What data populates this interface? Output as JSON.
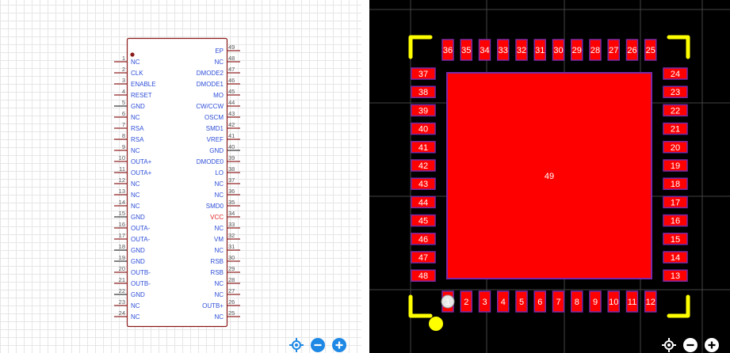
{
  "schematic": {
    "left_pins": [
      {
        "num": "1",
        "name": "NC"
      },
      {
        "num": "2",
        "name": "CLK"
      },
      {
        "num": "3",
        "name": "ENABLE"
      },
      {
        "num": "4",
        "name": "RESET"
      },
      {
        "num": "5",
        "name": "GND"
      },
      {
        "num": "6",
        "name": "NC"
      },
      {
        "num": "7",
        "name": "RSA"
      },
      {
        "num": "8",
        "name": "RSA"
      },
      {
        "num": "9",
        "name": "NC"
      },
      {
        "num": "10",
        "name": "OUTA+"
      },
      {
        "num": "11",
        "name": "OUTA+"
      },
      {
        "num": "12",
        "name": "NC"
      },
      {
        "num": "13",
        "name": "NC"
      },
      {
        "num": "14",
        "name": "NC"
      },
      {
        "num": "15",
        "name": "GND"
      },
      {
        "num": "16",
        "name": "OUTA-"
      },
      {
        "num": "17",
        "name": "OUTA-"
      },
      {
        "num": "18",
        "name": "GND"
      },
      {
        "num": "19",
        "name": "GND"
      },
      {
        "num": "20",
        "name": "OUTB-"
      },
      {
        "num": "21",
        "name": "OUTB-"
      },
      {
        "num": "22",
        "name": "GND"
      },
      {
        "num": "23",
        "name": "NC"
      },
      {
        "num": "24",
        "name": "NC"
      }
    ],
    "right_pins": [
      {
        "num": "49",
        "name": "EP"
      },
      {
        "num": "48",
        "name": "NC"
      },
      {
        "num": "47",
        "name": "DMODE2"
      },
      {
        "num": "46",
        "name": "DMODE1"
      },
      {
        "num": "45",
        "name": "MO"
      },
      {
        "num": "44",
        "name": "CW/CCW"
      },
      {
        "num": "43",
        "name": "OSCM"
      },
      {
        "num": "42",
        "name": "SMD1"
      },
      {
        "num": "41",
        "name": "VREF"
      },
      {
        "num": "40",
        "name": "GND"
      },
      {
        "num": "39",
        "name": "DMODE0"
      },
      {
        "num": "38",
        "name": "LO"
      },
      {
        "num": "37",
        "name": "NC"
      },
      {
        "num": "36",
        "name": "NC"
      },
      {
        "num": "35",
        "name": "SMD0"
      },
      {
        "num": "34",
        "name": "VCC"
      },
      {
        "num": "33",
        "name": "NC"
      },
      {
        "num": "32",
        "name": "VM"
      },
      {
        "num": "31",
        "name": "NC"
      },
      {
        "num": "30",
        "name": "RSB"
      },
      {
        "num": "29",
        "name": "RSB"
      },
      {
        "num": "28",
        "name": "NC"
      },
      {
        "num": "27",
        "name": "NC"
      },
      {
        "num": "26",
        "name": "OUTB+"
      },
      {
        "num": "25",
        "name": "NC"
      }
    ],
    "colors": {
      "body": "#8b1a1a",
      "pin_line": "#8b1a1a",
      "ground_pin_line": "#333333",
      "pin_name": "#2f4fd8",
      "power_pin_name": "#e02020",
      "pin_number": "#555555"
    }
  },
  "footprint": {
    "top_pads": [
      "36",
      "35",
      "34",
      "33",
      "32",
      "31",
      "30",
      "29",
      "28",
      "27",
      "26",
      "25"
    ],
    "bottom_pads": [
      "1",
      "2",
      "3",
      "4",
      "5",
      "6",
      "7",
      "8",
      "9",
      "10",
      "11",
      "12"
    ],
    "left_pads": [
      "37",
      "38",
      "39",
      "40",
      "41",
      "42",
      "43",
      "44",
      "45",
      "46",
      "47",
      "48"
    ],
    "right_pads": [
      "24",
      "23",
      "22",
      "21",
      "20",
      "19",
      "18",
      "17",
      "16",
      "15",
      "14",
      "13"
    ],
    "exposed_pad": "49",
    "colors": {
      "pad": "#ff0000",
      "pad_outline": "#7a2aa8",
      "silkscreen": "#ffff00",
      "background": "#000000",
      "grid": "#444444",
      "label": "#ffffff"
    }
  },
  "controls": {
    "left": [
      "locate-icon",
      "zoom-out-icon",
      "zoom-in-icon"
    ],
    "right": [
      "locate-icon",
      "zoom-out-icon",
      "zoom-in-icon"
    ],
    "color": "#1e88e5"
  }
}
